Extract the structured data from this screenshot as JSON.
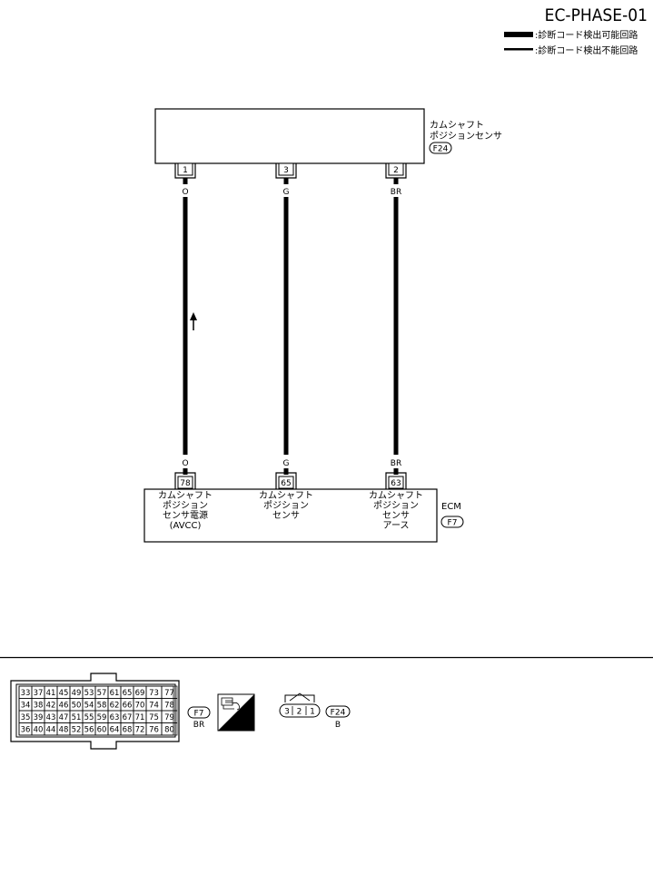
{
  "diagram_id": "EC-PHASE-01",
  "legend": {
    "thick": ":診断コード検出可能回路",
    "thin": ":診断コード検出不能回路"
  },
  "sensor": {
    "name_line1": "カムシャフト",
    "name_line2": "ポジションセンサ",
    "connector": "F24",
    "pins": [
      {
        "pin": "1",
        "color": "O"
      },
      {
        "pin": "3",
        "color": "G"
      },
      {
        "pin": "2",
        "color": "BR"
      }
    ]
  },
  "ecm": {
    "name": "ECM",
    "connector": "F7",
    "pins": [
      {
        "pin": "78",
        "color": "O",
        "label": [
          "カムシャフト",
          "ポジション",
          "センサ電源",
          "(AVCC)"
        ]
      },
      {
        "pin": "65",
        "color": "G",
        "label": [
          "カムシャフト",
          "ポジション",
          "センサ"
        ]
      },
      {
        "pin": "63",
        "color": "BR",
        "label": [
          "カムシャフト",
          "ポジション",
          "センサ",
          "アース"
        ]
      }
    ]
  },
  "connector_views": {
    "f7": {
      "code": "F7",
      "color": "BR",
      "hs_label": "H.S.",
      "rows": [
        [
          "33",
          "37",
          "41",
          "45",
          "49",
          "53",
          "57",
          "61",
          "65",
          "69",
          "73",
          "77"
        ],
        [
          "34",
          "38",
          "42",
          "46",
          "50",
          "54",
          "58",
          "62",
          "66",
          "70",
          "74",
          "78"
        ],
        [
          "35",
          "39",
          "43",
          "47",
          "51",
          "55",
          "59",
          "63",
          "67",
          "71",
          "75",
          "79"
        ],
        [
          "36",
          "40",
          "44",
          "48",
          "52",
          "56",
          "60",
          "64",
          "68",
          "72",
          "76",
          "80"
        ]
      ]
    },
    "f24": {
      "code": "F24",
      "color": "B",
      "pins": [
        "3",
        "2",
        "1"
      ]
    }
  }
}
